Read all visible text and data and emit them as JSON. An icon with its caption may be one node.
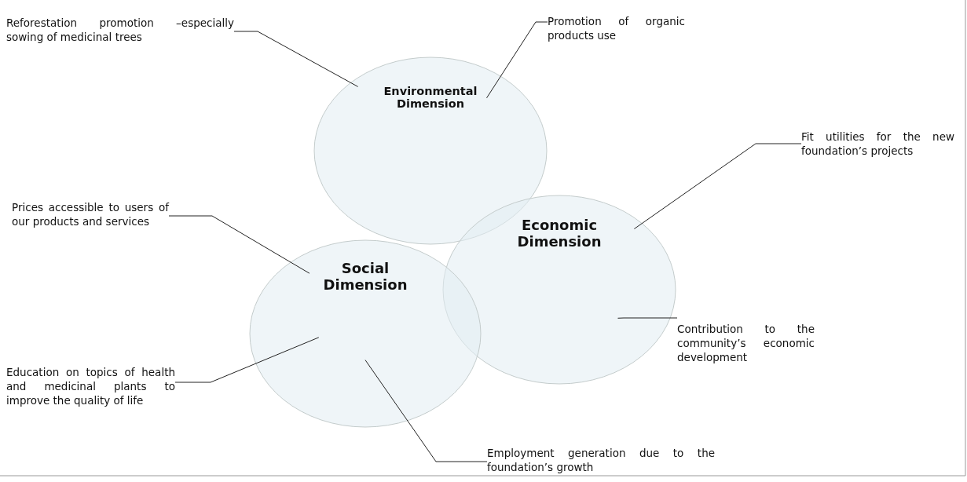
{
  "diagram": {
    "nodes": [
      {
        "text": [
          "Environmental Dimension"
        ]
      },
      {
        "text": [
          "Economic Dimension"
        ]
      },
      {
        "text": [
          "Social Dimension"
        ]
      },
      {
        "text": [
          "Reforestation promotion –especially sowing of medicinal trees"
        ]
      },
      {
        "text": [
          "Promotion of organic products use"
        ]
      },
      {
        "text": [
          "Fit utilities for the new foundation’s projects"
        ]
      },
      {
        "text": [
          "Prices accessible to users of our products and services"
        ]
      },
      {
        "text": [
          "Contribution to the community’s economic development"
        ]
      },
      {
        "text": [
          "Education on topics of health and medicinal plants to improve the quality of life"
        ]
      },
      {
        "text": [
          "Employment generation due to the foundation’s growth"
        ]
      }
    ],
    "edges": [
      {
        "from": 3,
        "to": 0,
        "arrow": "none"
      },
      {
        "from": 4,
        "to": 0,
        "arrow": "none"
      },
      {
        "from": 5,
        "to": 1,
        "arrow": "none"
      },
      {
        "from": 6,
        "to": 2,
        "arrow": "none"
      },
      {
        "from": 7,
        "to": 1,
        "arrow": "none"
      },
      {
        "from": 8,
        "to": 2,
        "arrow": "none"
      },
      {
        "from": 9,
        "to": 2,
        "arrow": "none"
      }
    ]
  }
}
